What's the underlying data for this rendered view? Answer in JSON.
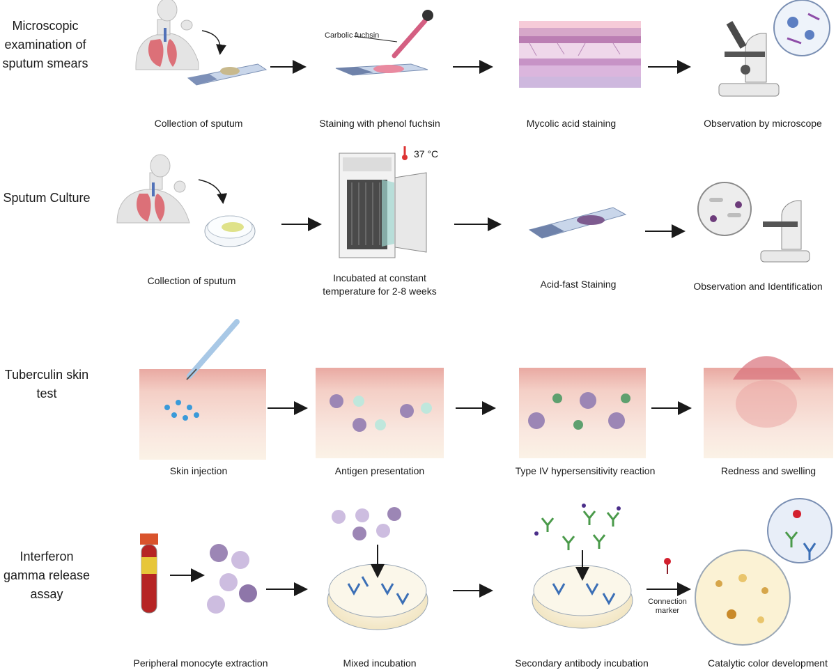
{
  "rows": [
    {
      "title": "Microscopic examination of sputum smears",
      "steps": [
        "Collection of sputum",
        "Staining with phenol fuchsin",
        "Mycolic acid staining",
        "Observation by microscope"
      ]
    },
    {
      "title": "Sputum Culture",
      "steps": [
        "Collection of sputum",
        "Incubated at constant temperature for 2-8 weeks",
        "Acid-fast Staining",
        "Observation and Identification"
      ]
    },
    {
      "title": "Tuberculin skin test",
      "steps": [
        "Skin injection",
        "Antigen presentation",
        "Type IV hypersensitivity reaction",
        "Redness and swelling"
      ]
    },
    {
      "title": "Interferon gamma release assay",
      "steps": [
        "Peripheral monocyte extraction",
        "Mixed incubation",
        "Secondary antibody incubation",
        "Catalytic color development"
      ]
    }
  ],
  "labels": {
    "carbolic_fuchsin": "Carbolic fuchsin",
    "temperature": "37 °C",
    "connection_marker": "Connection marker"
  },
  "colors": {
    "arrow": "#1a1a1a",
    "skin_top": "#e8a6a3",
    "skin_body": "#f8e4dc",
    "lung": "#d9535c",
    "antibody_blue": "#3b6fb6",
    "antibody_green": "#4a9a4a",
    "stain_pink": "#e98aa0",
    "monocyte_purple": "#9c86b5",
    "culture_yellow": "#f2e6b5"
  }
}
